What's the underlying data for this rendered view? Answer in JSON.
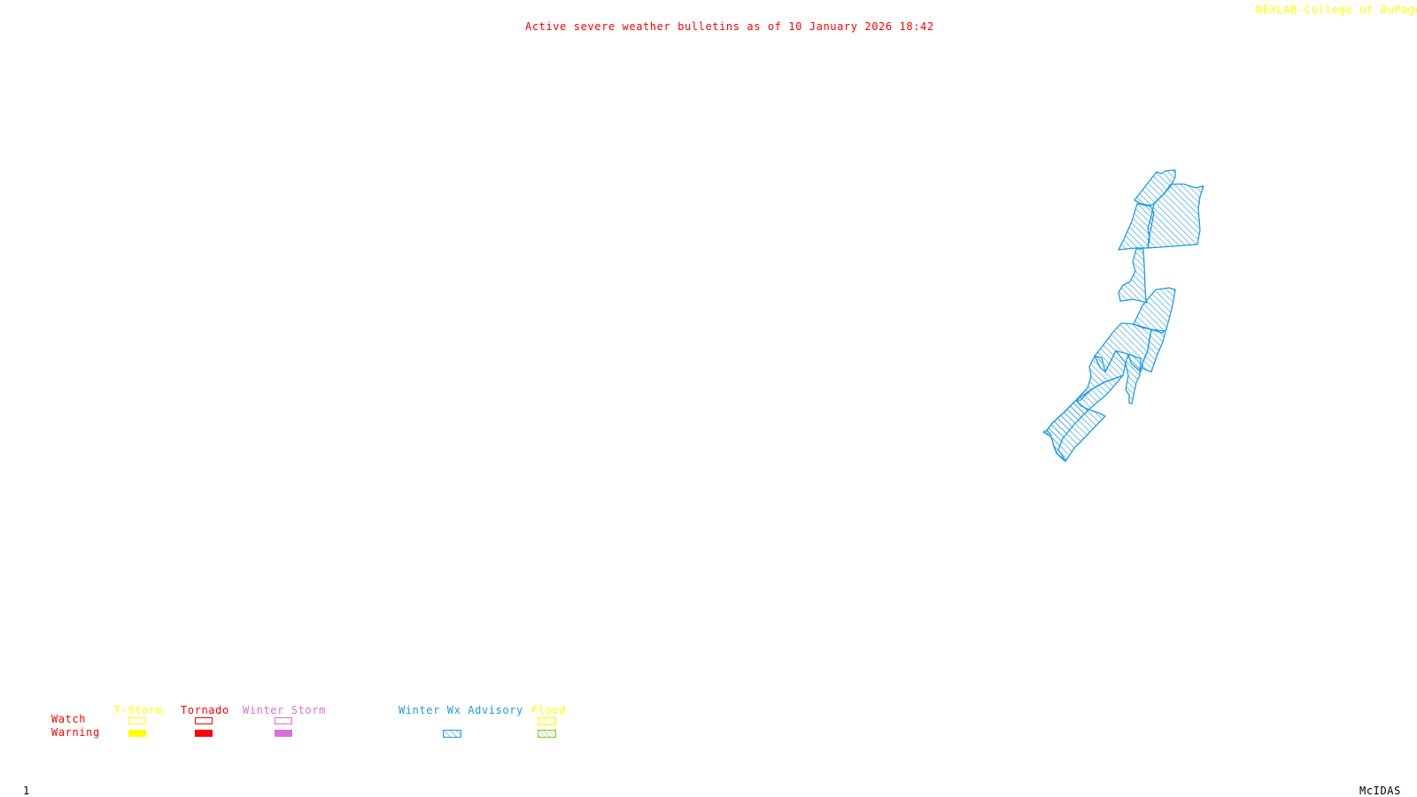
{
  "header": {
    "title": "Active severe weather bulletins as of 10 January 2026 18:42",
    "credit": "NEXLAB-College of DuPage",
    "credit_icon": "cursor-arrow-icon"
  },
  "footer": {
    "frame_number": "1",
    "system_label": "McIDAS"
  },
  "colors": {
    "title": "#ff0000",
    "credit": "#ffff00",
    "advisory": "#1e9be8",
    "tstorm": "#ffff00",
    "tornado": "#ff0000",
    "winter_storm": "#da70d6",
    "flood_watch": "#ffff00",
    "flood_warning": "#7ccd20"
  },
  "legend": {
    "row_labels": {
      "watch": "Watch",
      "warning": "Warning"
    },
    "categories": [
      {
        "label": "T-Storm",
        "watch_style": "outline",
        "warning_style": "filled"
      },
      {
        "label": "Tornado",
        "watch_style": "outline",
        "warning_style": "filled"
      },
      {
        "label": "Winter Storm",
        "watch_style": "outline",
        "warning_style": "filled"
      },
      {
        "label": "Winter Wx Advisory",
        "watch_style": "none",
        "warning_style": "hatched"
      },
      {
        "label": "Flood",
        "watch_style": "hatched",
        "warning_style": "hatched"
      }
    ]
  },
  "map": {
    "active_bulletins": [
      {
        "type": "Winter Wx Advisory",
        "area": "northern cluster"
      },
      {
        "type": "Winter Wx Advisory",
        "area": "central connector"
      },
      {
        "type": "Winter Wx Advisory",
        "area": "southern band"
      }
    ]
  }
}
